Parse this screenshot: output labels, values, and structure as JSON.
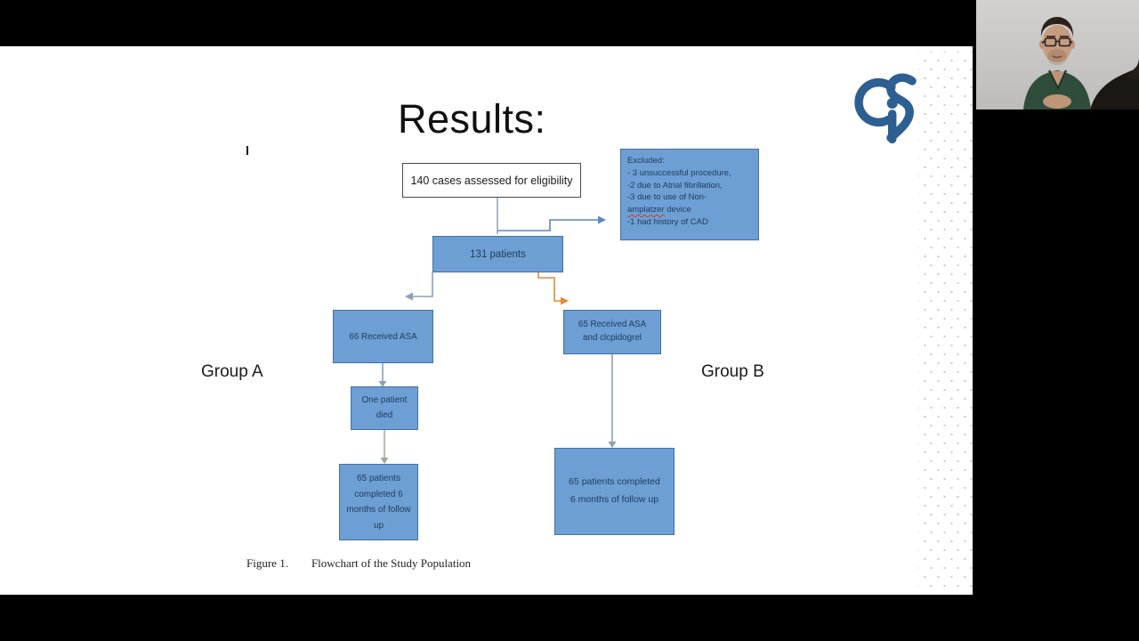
{
  "slide": {
    "title": "Results:",
    "flowchart": {
      "eligibility": "140 cases assessed for eligibility",
      "excluded": {
        "heading": "Excluded:",
        "line1": "- 3 unsuccessful procedure,",
        "line2": "-2 due to Atrial fibrillation,",
        "line3": "-3 due to use of Non-",
        "line4_misspelled": "amplatzer",
        "line4_rest": " device",
        "line5": "-1 had history of CAD"
      },
      "patients": "131 patients",
      "group_a_box": "66 Received ASA",
      "group_b_box": "65 Received ASA and clcpidogrel",
      "died_box": "One patient died",
      "followup_a_box": "65 patients completed 6 months of follow up",
      "followup_b_box": "65 patients completed 6 months of follow up"
    },
    "group_a_label": "Group A",
    "group_b_label": "Group B",
    "caption": {
      "figure_label": "Figure 1.",
      "figure_text": "Flowchart of the Study Population"
    }
  },
  "colors": {
    "box_fill": "#6d9fd4",
    "box_border": "#41719c",
    "box_text": "#1e3a5f",
    "connector_gray_blue": "#8aa0b8",
    "connector_blue": "#5b87c5",
    "connector_orange": "#e08b3c",
    "logo_blue": "#2d5f92",
    "excluded_spellcheck_underline": "#d03a2a"
  },
  "icons": {
    "logo": "heart-cis-logo"
  }
}
